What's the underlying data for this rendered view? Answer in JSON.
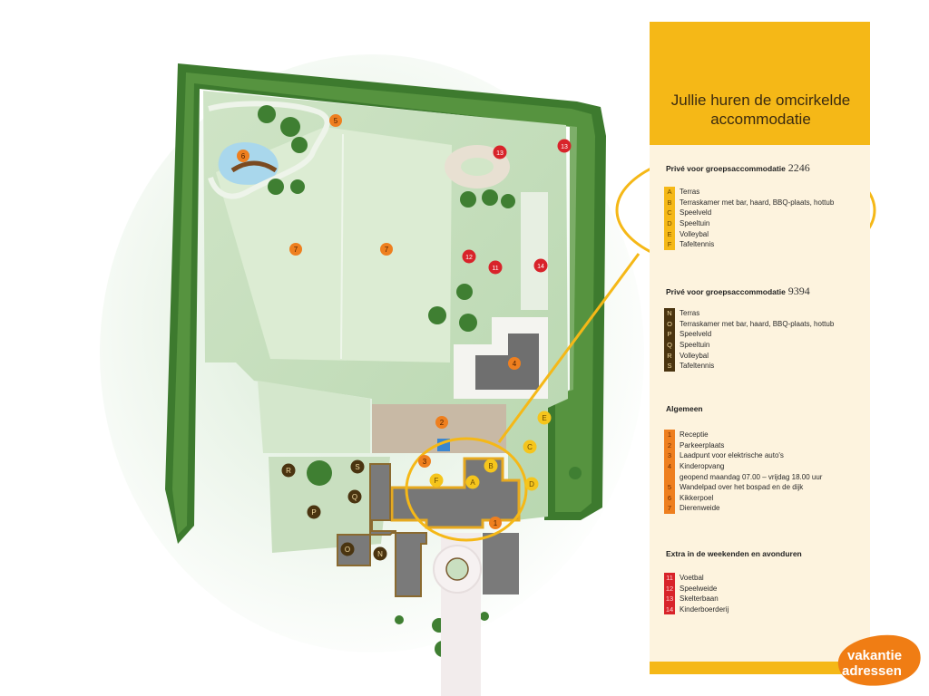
{
  "panel": {
    "title_line1": "Jullie huren de omcirkelde",
    "title_line2": "accommodatie"
  },
  "group1": {
    "heading": "Privé voor groepsaccommodatie",
    "number": "2246",
    "items": [
      {
        "key": "A",
        "label": "Terras"
      },
      {
        "key": "B",
        "label": "Terraskamer met bar, haard, BBQ-plaats, hottub"
      },
      {
        "key": "C",
        "label": "Speelveld"
      },
      {
        "key": "D",
        "label": "Speeltuin"
      },
      {
        "key": "E",
        "label": "Volleybal"
      },
      {
        "key": "F",
        "label": "Tafeltennis"
      }
    ]
  },
  "group2": {
    "heading": "Privé voor groepsaccommodatie",
    "number": "9394",
    "items": [
      {
        "key": "N",
        "label": "Terras"
      },
      {
        "key": "O",
        "label": "Terraskamer met bar, haard, BBQ-plaats, hottub"
      },
      {
        "key": "P",
        "label": "Speelveld"
      },
      {
        "key": "Q",
        "label": "Speeltuin"
      },
      {
        "key": "R",
        "label": "Volleybal"
      },
      {
        "key": "S",
        "label": "Tafeltennis"
      }
    ]
  },
  "general": {
    "heading": "Algemeen",
    "items": [
      {
        "key": "1",
        "label": "Receptie"
      },
      {
        "key": "2",
        "label": "Parkeerplaats"
      },
      {
        "key": "3",
        "label": "Laadpunt voor elektrische auto's"
      },
      {
        "key": "4",
        "label": "Kinderopvang"
      },
      {
        "key": "",
        "label": "geopend maandag 07.00 – vrijdag 18.00 uur"
      },
      {
        "key": "5",
        "label": "Wandelpad over het bospad en de dijk"
      },
      {
        "key": "6",
        "label": "Kikkerpoel"
      },
      {
        "key": "7",
        "label": "Dierenweide"
      }
    ]
  },
  "extra": {
    "heading": "Extra in de weekenden en avonduren",
    "items": [
      {
        "key": "11",
        "label": "Voetbal"
      },
      {
        "key": "12",
        "label": "Speelweide"
      },
      {
        "key": "13",
        "label": "Skelterbaan"
      },
      {
        "key": "14",
        "label": "Kinderboerderij"
      }
    ]
  },
  "markers": {
    "orange": [
      "5",
      "6",
      "7",
      "7",
      "4",
      "2",
      "3",
      "1"
    ],
    "red": [
      "13",
      "13",
      "12",
      "11",
      "14"
    ],
    "yellow": [
      "E",
      "C",
      "B",
      "A",
      "F",
      "D"
    ],
    "brown": [
      "R",
      "S",
      "Q",
      "P",
      "O",
      "N"
    ]
  },
  "logo": {
    "line1": "vakantie",
    "line2": "adressen"
  },
  "colors": {
    "panel_bg": "#fdf3de",
    "accent_yellow": "#f5b817",
    "dark_brown": "#4a3410",
    "orange": "#ee7f1f",
    "red": "#d8232a",
    "logo_orange": "#f07d14"
  }
}
